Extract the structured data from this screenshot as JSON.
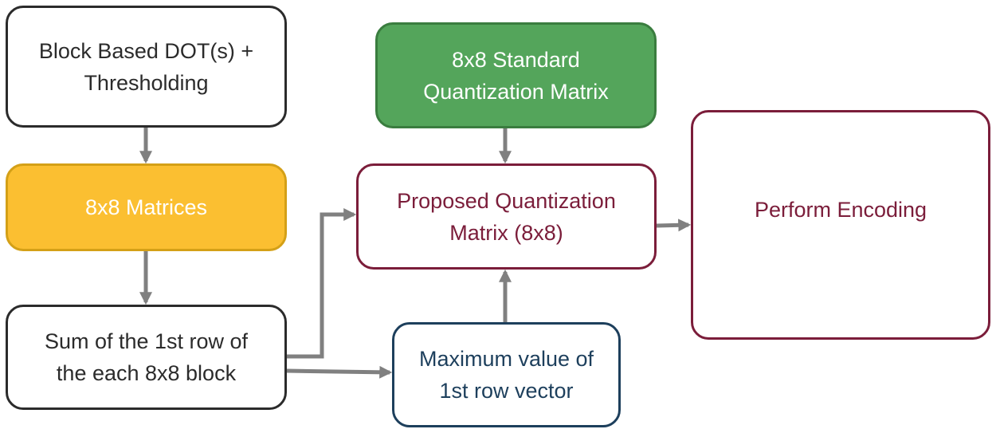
{
  "nodes": {
    "block_dot": "Block Based DOT(s) +\nThresholding",
    "matrices": "8x8 Matrices",
    "sum_row": "Sum of the 1st row of\nthe each 8x8 block",
    "standard_q": "8x8 Standard\nQuantization Matrix",
    "proposed_q": "Proposed Quantization\nMatrix (8x8)",
    "max_value": "Maximum value of\n1st row vector",
    "encoding": "Perform Encoding"
  },
  "colors": {
    "arrow": "#808080",
    "matrices_fill": "#fbbf31",
    "standard_fill": "#54a55b",
    "proposed_border": "#7b1d3a",
    "max_border": "#1d3f5c"
  }
}
